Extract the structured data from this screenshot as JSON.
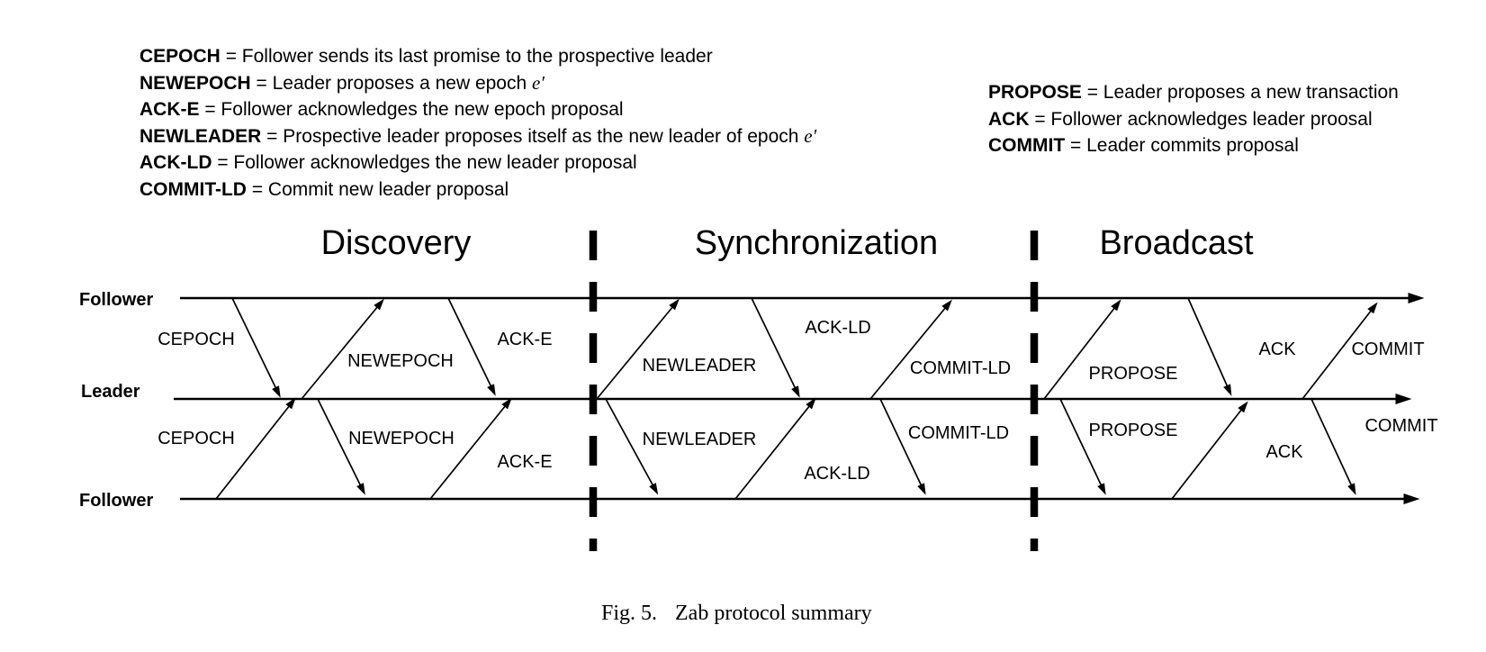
{
  "colors": {
    "ink": "#000000",
    "background": "#ffffff"
  },
  "legend_left": [
    {
      "term": "CEPOCH",
      "rest": " = Follower sends its last promise to the prospective leader",
      "math": ""
    },
    {
      "term": "NEWEPOCH",
      "rest": " = Leader proposes a new epoch ",
      "math": "e′"
    },
    {
      "term": "ACK-E",
      "rest": " = Follower acknowledges the new epoch proposal",
      "math": ""
    },
    {
      "term": "NEWLEADER",
      "rest": " = Prospective leader proposes itself as the new leader of epoch ",
      "math": "e′"
    },
    {
      "term": "ACK-LD",
      "rest": " = Follower acknowledges the new leader proposal",
      "math": ""
    },
    {
      "term": "COMMIT-LD",
      "rest": " = Commit new leader proposal",
      "math": ""
    }
  ],
  "legend_right": [
    {
      "term": "PROPOSE",
      "rest": " = Leader proposes a new transaction"
    },
    {
      "term": "ACK",
      "rest": " = Follower acknowledges leader proosal"
    },
    {
      "term": "COMMIT",
      "rest": " = Leader commits proposal"
    }
  ],
  "phases": [
    {
      "label": "Discovery"
    },
    {
      "label": "Synchronization"
    },
    {
      "label": "Broadcast"
    }
  ],
  "lanes": [
    {
      "label": "Follower"
    },
    {
      "label": "Leader"
    },
    {
      "label": "Follower"
    }
  ],
  "messages": [
    {
      "label": "CEPOCH",
      "phase": "Discovery",
      "from": "follower-top",
      "to": "leader"
    },
    {
      "label": "NEWEPOCH",
      "phase": "Discovery",
      "from": "leader",
      "to": "follower-top"
    },
    {
      "label": "ACK-E",
      "phase": "Discovery",
      "from": "follower-top",
      "to": "leader"
    },
    {
      "label": "CEPOCH",
      "phase": "Discovery",
      "from": "follower-bottom",
      "to": "leader"
    },
    {
      "label": "NEWEPOCH",
      "phase": "Discovery",
      "from": "leader",
      "to": "follower-bottom"
    },
    {
      "label": "ACK-E",
      "phase": "Discovery",
      "from": "follower-bottom",
      "to": "leader"
    },
    {
      "label": "NEWLEADER",
      "phase": "Synchronization",
      "from": "leader",
      "to": "follower-top"
    },
    {
      "label": "ACK-LD",
      "phase": "Synchronization",
      "from": "follower-top",
      "to": "leader"
    },
    {
      "label": "COMMIT-LD",
      "phase": "Synchronization",
      "from": "leader",
      "to": "follower-top"
    },
    {
      "label": "NEWLEADER",
      "phase": "Synchronization",
      "from": "leader",
      "to": "follower-bottom"
    },
    {
      "label": "ACK-LD",
      "phase": "Synchronization",
      "from": "follower-bottom",
      "to": "leader"
    },
    {
      "label": "COMMIT-LD",
      "phase": "Synchronization",
      "from": "leader",
      "to": "follower-bottom"
    },
    {
      "label": "PROPOSE",
      "phase": "Broadcast",
      "from": "leader",
      "to": "follower-top"
    },
    {
      "label": "ACK",
      "phase": "Broadcast",
      "from": "follower-top",
      "to": "leader"
    },
    {
      "label": "COMMIT",
      "phase": "Broadcast",
      "from": "leader",
      "to": "follower-top"
    },
    {
      "label": "PROPOSE",
      "phase": "Broadcast",
      "from": "leader",
      "to": "follower-bottom"
    },
    {
      "label": "ACK",
      "phase": "Broadcast",
      "from": "follower-bottom",
      "to": "leader"
    },
    {
      "label": "COMMIT",
      "phase": "Broadcast",
      "from": "leader",
      "to": "follower-bottom"
    }
  ],
  "caption": {
    "figure": "Fig. 5.",
    "title": "Zab protocol summary"
  }
}
